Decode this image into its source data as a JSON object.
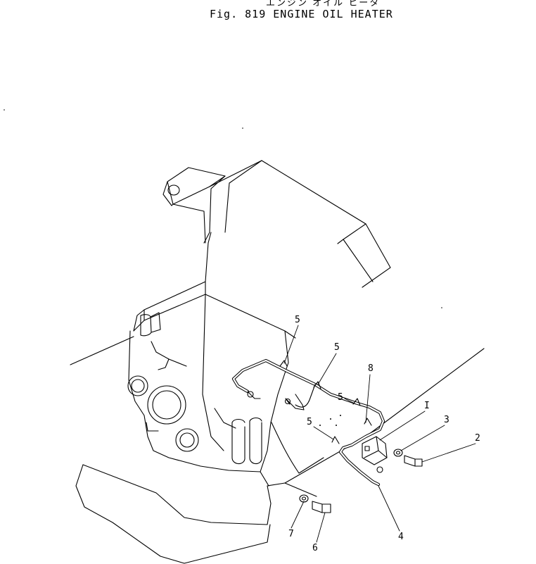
{
  "figure": {
    "title_jp": "エンジン オイル ヒータ",
    "title_en": "Fig. 819   ENGINE OIL HEATER"
  },
  "callouts": [
    {
      "id": "c5a",
      "label": "5"
    },
    {
      "id": "c5b",
      "label": "5"
    },
    {
      "id": "c5c",
      "label": "5"
    },
    {
      "id": "c5d",
      "label": "5"
    },
    {
      "id": "c8",
      "label": "8"
    },
    {
      "id": "c1",
      "label": "I"
    },
    {
      "id": "c3",
      "label": "3"
    },
    {
      "id": "c2",
      "label": "2"
    },
    {
      "id": "c4",
      "label": "4"
    },
    {
      "id": "c7",
      "label": "7"
    },
    {
      "id": "c6",
      "label": "6"
    }
  ]
}
